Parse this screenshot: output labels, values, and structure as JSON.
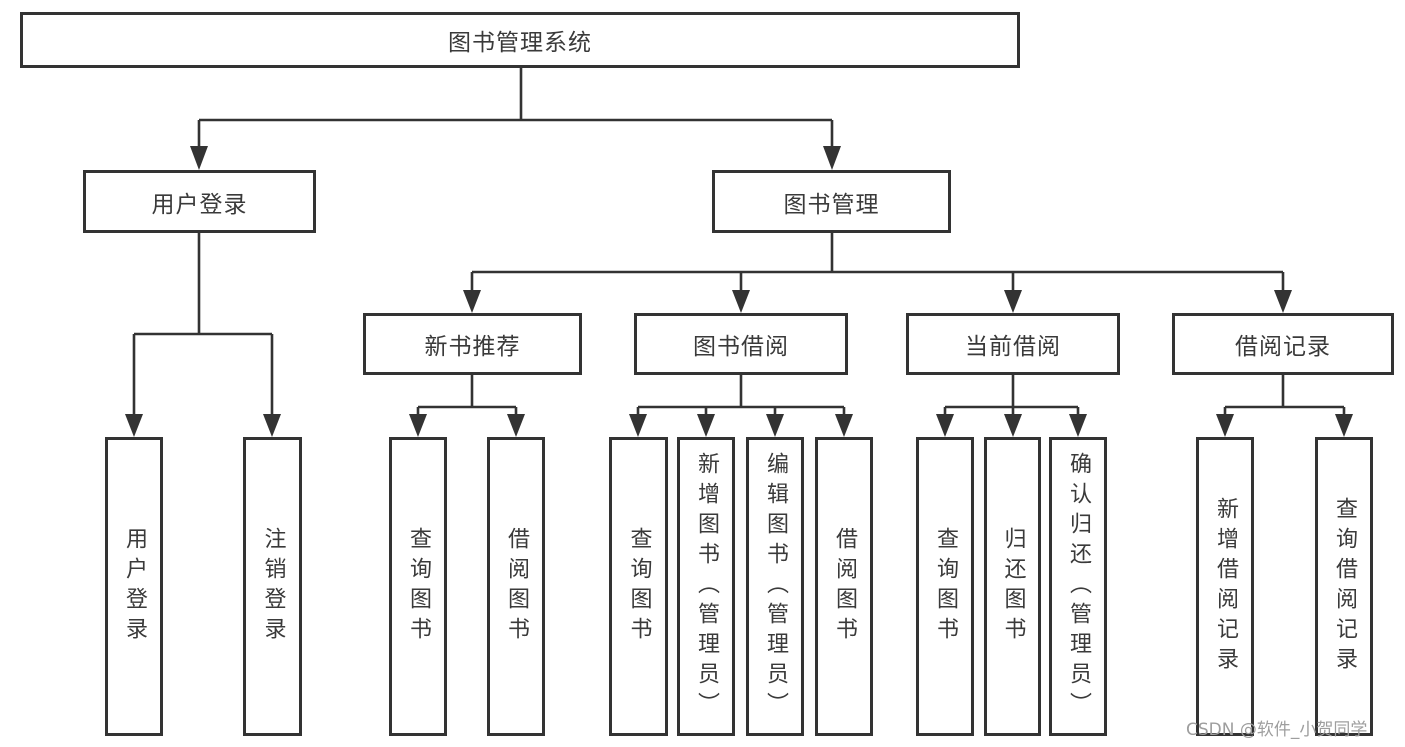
{
  "diagram": {
    "root": "图书管理系统",
    "level2": {
      "user_login": "用户登录",
      "book_mgmt": "图书管理"
    },
    "level3": {
      "new_book_rec": "新书推荐",
      "book_borrow": "图书借阅",
      "current_borrow": "当前借阅",
      "borrow_records": "借阅记录"
    },
    "leaves": [
      "用户登录",
      "注销登录",
      "查询图书",
      "借阅图书",
      "查询图书",
      "新增图书（管理员）",
      "编辑图书（管理员）",
      "借阅图书",
      "查询图书",
      "归还图书",
      "确认归还（管理员）",
      "新增借阅记录",
      "查询借阅记录"
    ]
  },
  "colors": {
    "line": "#333333",
    "text": "#3a3a3a",
    "watermark": "#9e9e9e"
  },
  "watermark": "CSDN @软件_小贺同学"
}
